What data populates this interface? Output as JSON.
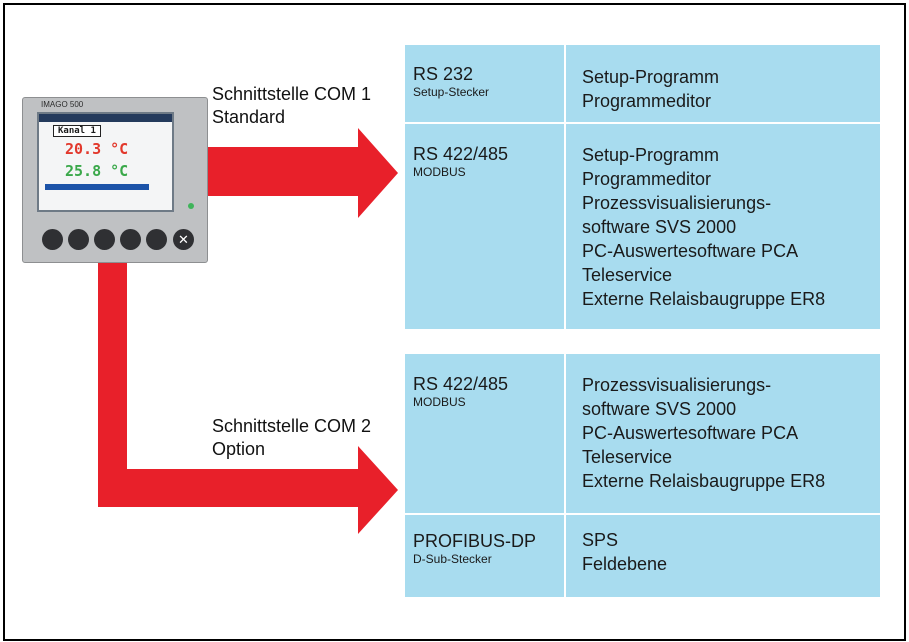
{
  "device": {
    "brand": "IMAGO 500",
    "channel_label": "Kanal 1",
    "value1": "20.3 °C",
    "value2": "25.8 °C"
  },
  "labels": {
    "com1_line1": "Schnittstelle COM 1",
    "com1_line2": "Standard",
    "com2_line1": "Schnittstelle COM 2",
    "com2_line2": "Option"
  },
  "com1": [
    {
      "iface": "RS 232",
      "sub": "Setup-Stecker",
      "uses": [
        "Setup-Programm",
        "Programmeditor"
      ]
    },
    {
      "iface": "RS 422/485",
      "sub": "MODBUS",
      "uses": [
        "Setup-Programm",
        "Programmeditor",
        "Prozessvisualisierungs-",
        "software SVS 2000",
        "PC-Auswertesoftware PCA",
        "Teleservice",
        "Externe Relaisbaugruppe ER8"
      ]
    }
  ],
  "com2": [
    {
      "iface": "RS 422/485",
      "sub": "MODBUS",
      "uses": [
        "Prozessvisualisierungs-",
        "software SVS 2000",
        "PC-Auswertesoftware PCA",
        "Teleservice",
        "Externe Relaisbaugruppe ER8"
      ]
    },
    {
      "iface": "PROFIBUS-DP",
      "sub": "D-Sub-Stecker",
      "uses": [
        "SPS",
        "Feldebene"
      ]
    }
  ],
  "colors": {
    "arrow": "#e8202a",
    "cell": "#a8dcef",
    "frame": "#000000"
  }
}
